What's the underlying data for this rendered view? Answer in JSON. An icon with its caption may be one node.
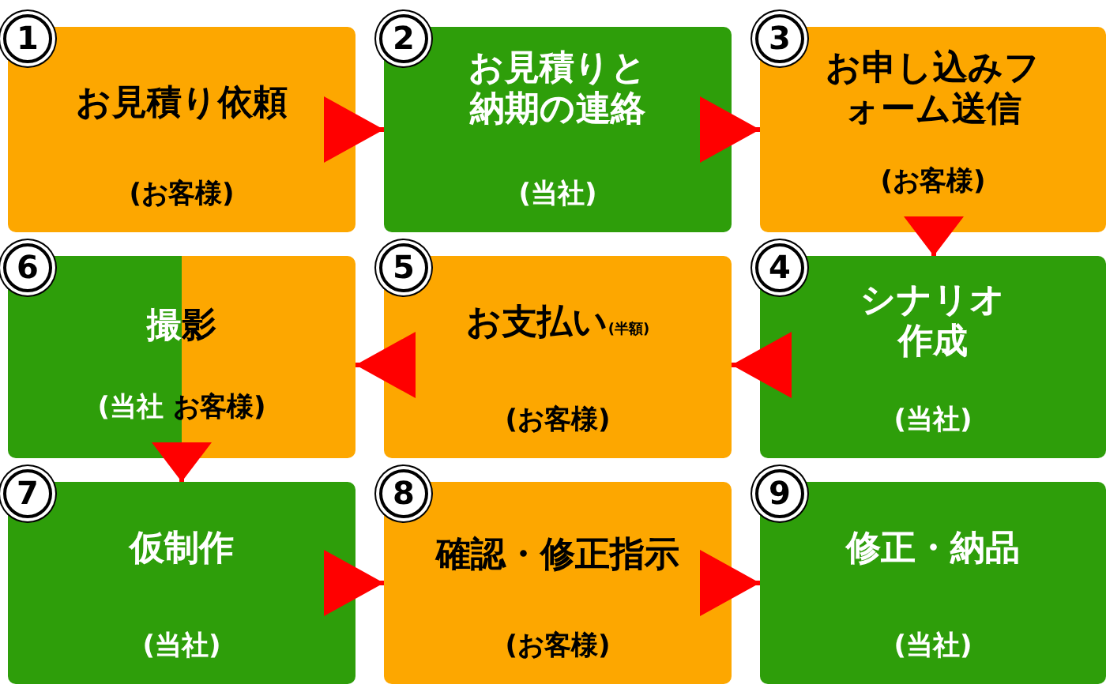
{
  "diagram": {
    "nodes": [
      {
        "text": [
          "1",
          "お見積り依頼",
          "(お客様)"
        ]
      },
      {
        "text": [
          "2",
          "お見積りと納期の連絡",
          "(当社)"
        ]
      },
      {
        "text": [
          "3",
          "お申し込みフォーム送信",
          "(お客様)"
        ]
      },
      {
        "text": [
          "4",
          "シナリオ作成",
          "(当社)"
        ]
      },
      {
        "text": [
          "5",
          "お支払い$_{(半額)}$",
          "(お客様)"
        ]
      },
      {
        "text": [
          "6",
          "撮影",
          "(当社 お客様)"
        ]
      },
      {
        "text": [
          "7",
          "仮制作",
          "(当社)"
        ]
      },
      {
        "text": [
          "8",
          "確認・修正指示",
          "(お客様)"
        ]
      },
      {
        "text": [
          "9",
          "修正・納品",
          "(当社)"
        ]
      }
    ],
    "edges": [
      {
        "from": 0,
        "to": 1,
        "arrow": "to"
      },
      {
        "from": 1,
        "to": 2,
        "arrow": "to"
      },
      {
        "from": 2,
        "to": 3,
        "arrow": "to"
      },
      {
        "from": 3,
        "to": 4,
        "arrow": "to"
      },
      {
        "from": 4,
        "to": 5,
        "arrow": "to"
      },
      {
        "from": 5,
        "to": 6,
        "arrow": "to"
      },
      {
        "from": 6,
        "to": 7,
        "arrow": "to"
      },
      {
        "from": 7,
        "to": 8,
        "arrow": "to"
      }
    ]
  }
}
